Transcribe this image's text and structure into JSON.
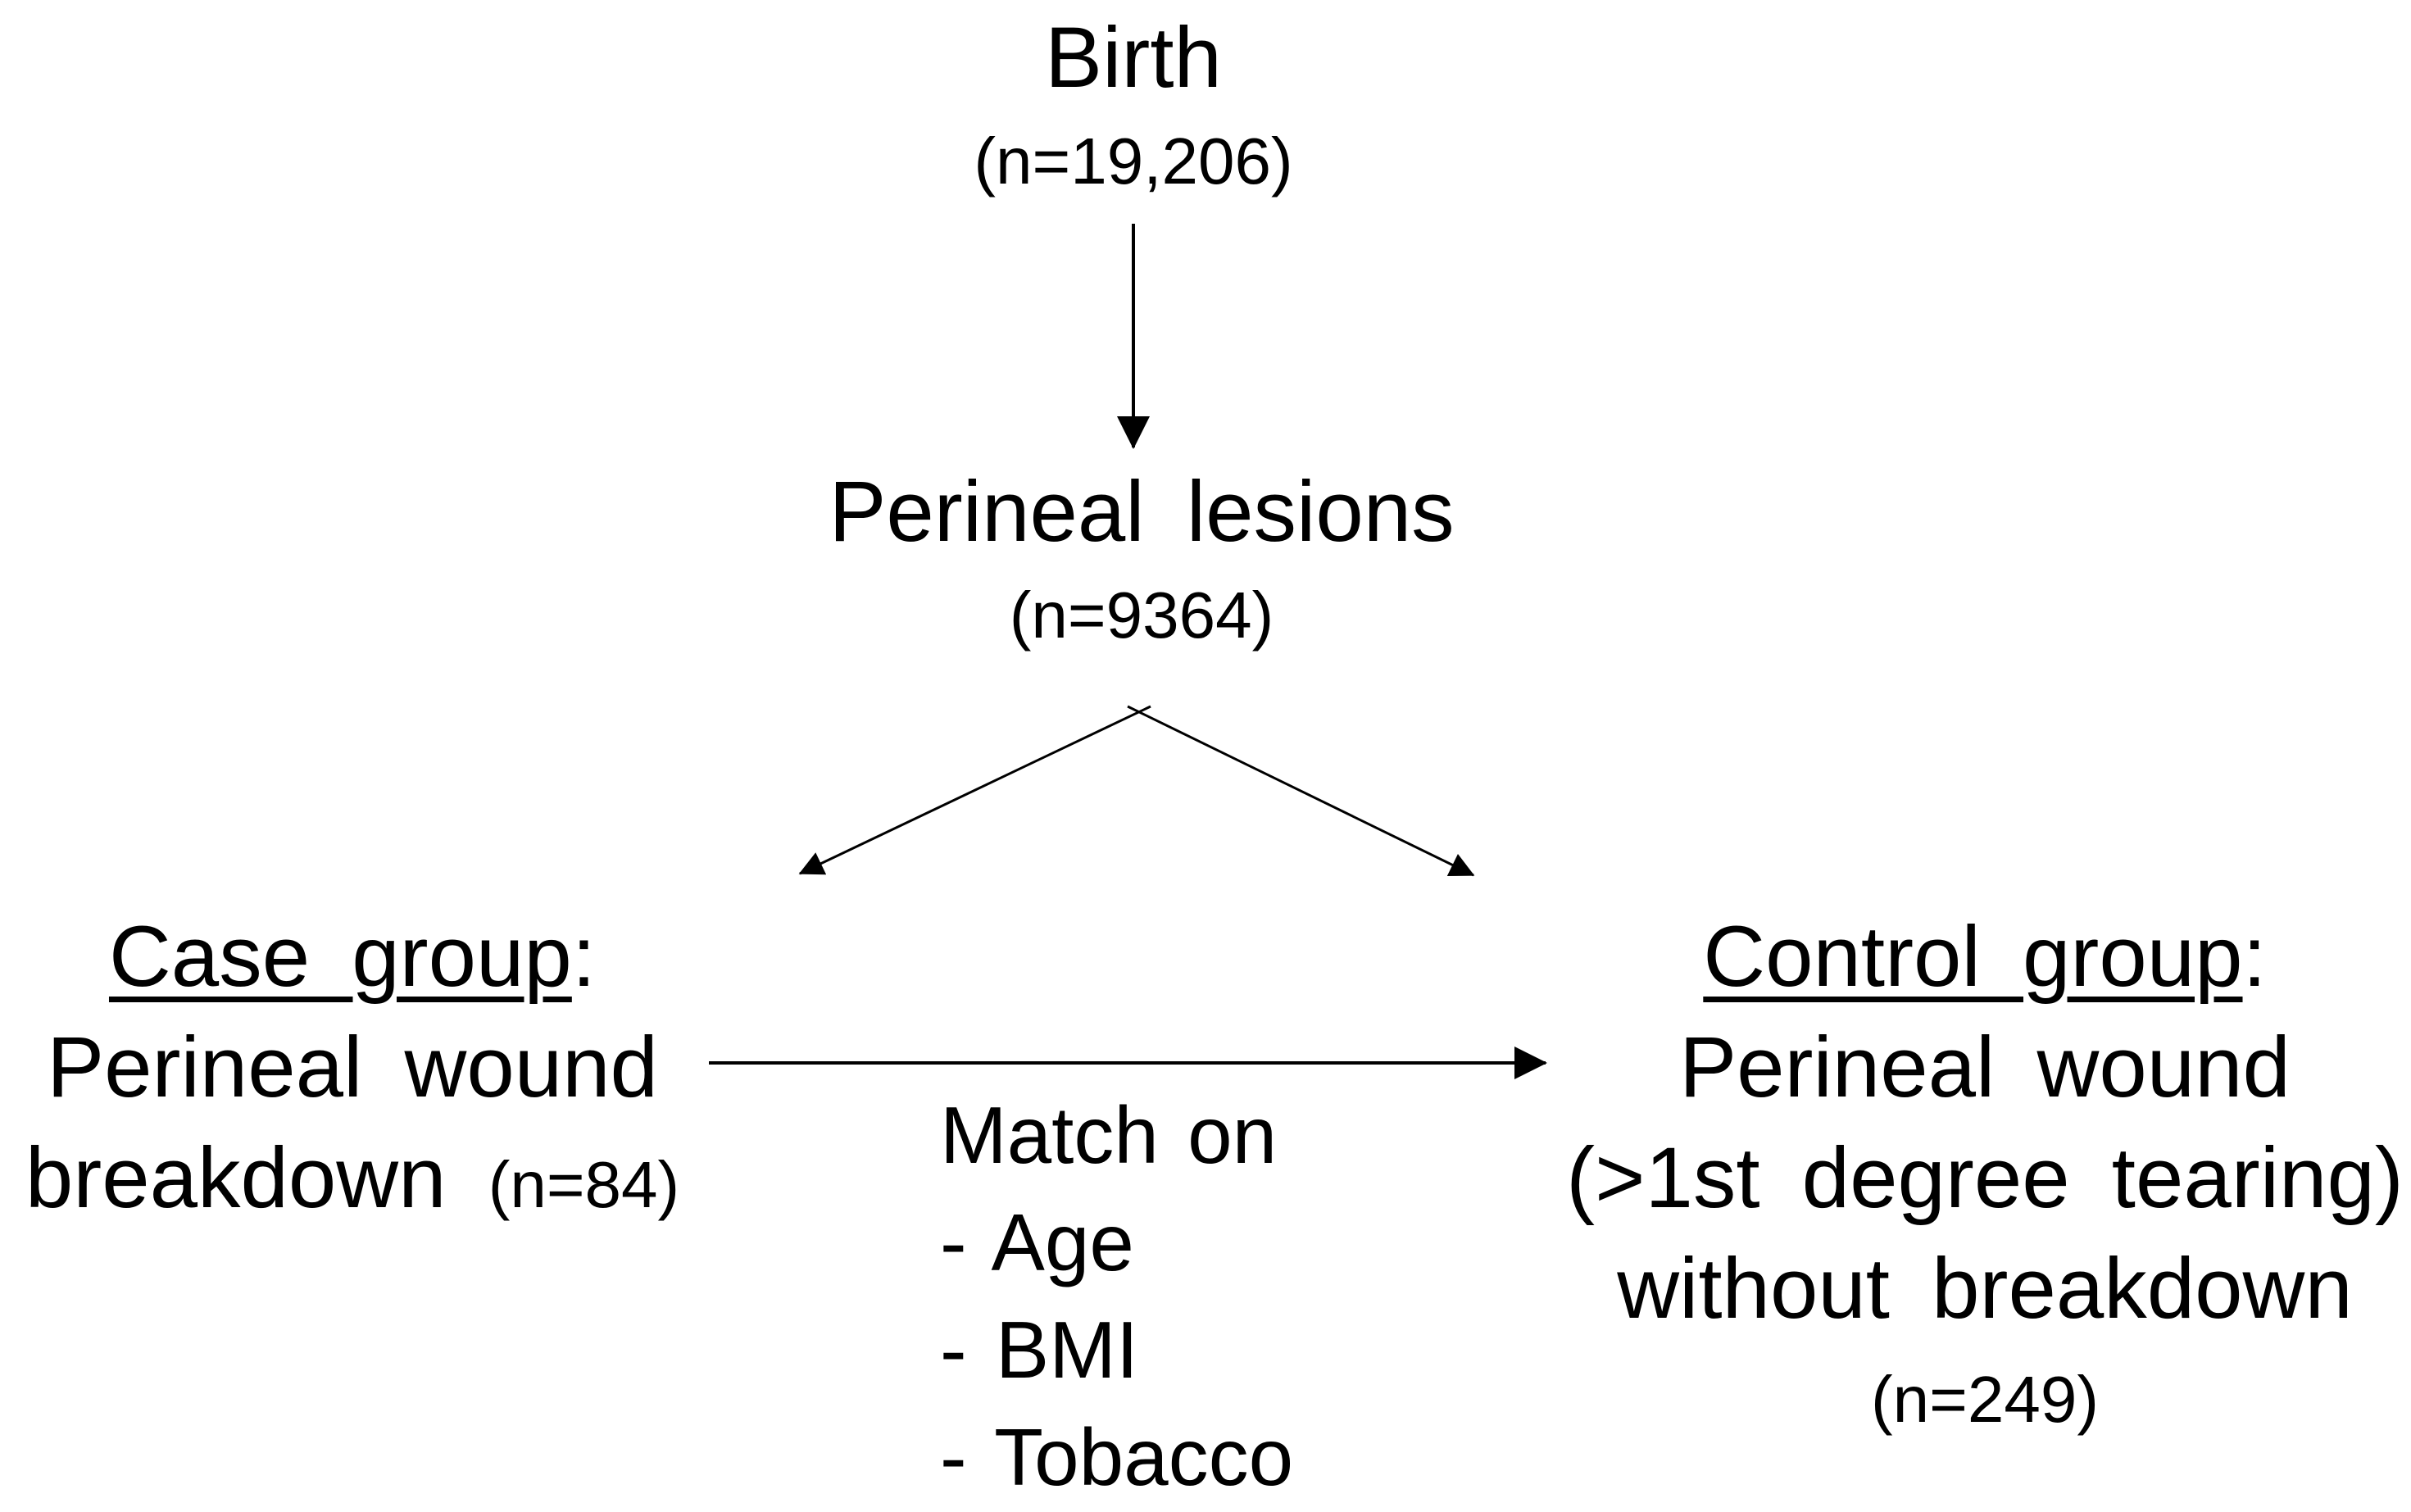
{
  "colors": {
    "background": "#ffffff",
    "text": "#000000",
    "line": "#000000"
  },
  "nodes": {
    "birth": {
      "label": "Birth",
      "n": "(n=19,206)"
    },
    "perineal_lesions": {
      "label": "Perineal lesions",
      "n": "(n=9364)"
    },
    "case_group": {
      "heading": "Case group",
      "colon": ":",
      "line2": "Perineal wound",
      "line3": "breakdown",
      "n": "(n=84)"
    },
    "control_group": {
      "heading": "Control group",
      "colon": ":",
      "line2": "Perineal wound",
      "line3": "(>1st degree tearing)",
      "line4": "without breakdown",
      "n": "(n=249)"
    },
    "match": {
      "title": "Match on",
      "items": [
        "- Age",
        "- BMI",
        "- Tobacco"
      ]
    }
  }
}
